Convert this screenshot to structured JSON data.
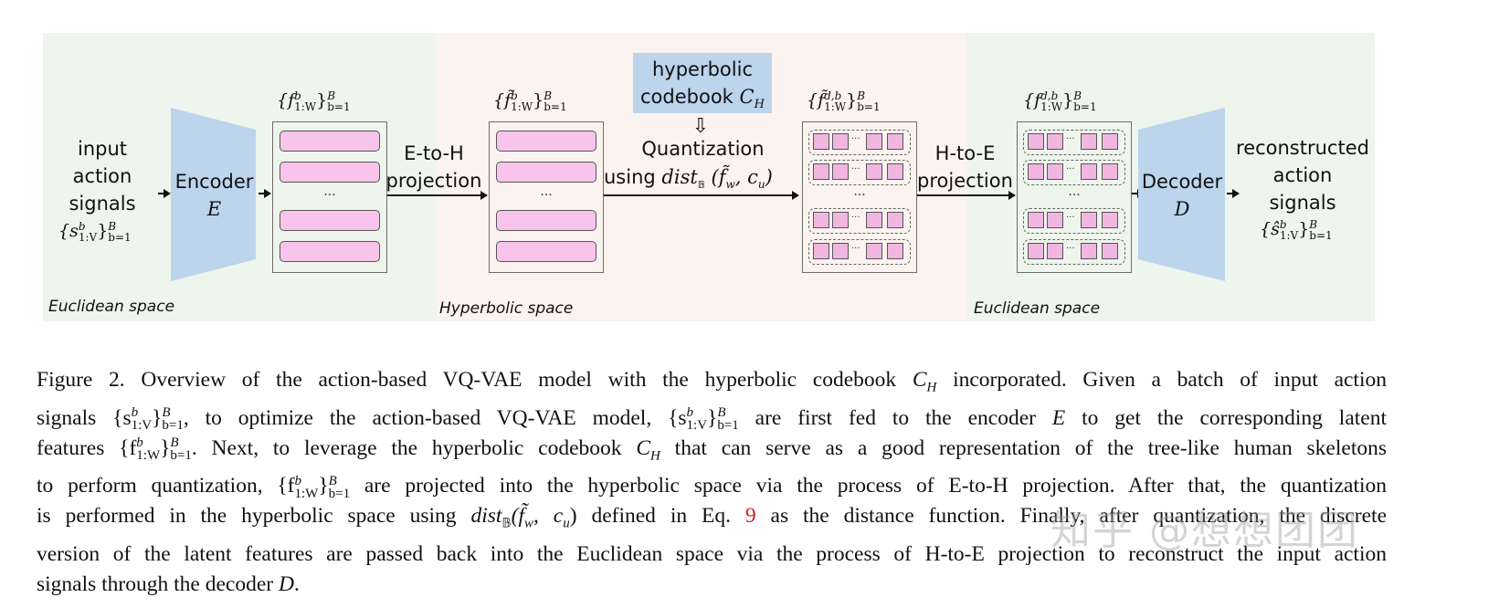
{
  "figure": {
    "regions": [
      {
        "label": "Euclidean space",
        "color": "#eef5ec"
      },
      {
        "label": "Hyperbolic space",
        "color": "#fbf3ef"
      },
      {
        "label": "Euclidean space",
        "color": "#eef5ec"
      }
    ],
    "input": {
      "lines": [
        "input",
        "action",
        "signals"
      ],
      "math": "{s",
      "math_sup": "b",
      "math_sub": "1:V",
      "math_close": "}",
      "set_sup": "B",
      "set_sub": "b=1"
    },
    "encoder": {
      "name": "Encoder",
      "symbol": "E",
      "color": "#bcd4ec"
    },
    "feature_box_1": {
      "label_main": "{f",
      "label_sup": "b",
      "label_sub": "1:W",
      "set_sup": "B",
      "set_sub": "b=1",
      "ellipsis": "..."
    },
    "e_to_h": {
      "line1": "E-to-H",
      "line2": "projection"
    },
    "feature_box_2": {
      "label_main": "{f̃",
      "label_sup": "b",
      "label_sub": "1:W",
      "set_sup": "B",
      "set_sub": "b=1",
      "ellipsis": "..."
    },
    "codebook": {
      "line1": "hyperbolic",
      "line2": "codebook",
      "symbol": "C",
      "symbol_sub": "H",
      "color": "#bcd4ec",
      "arrow": "⇩"
    },
    "quantization": {
      "line1": "Quantization",
      "line2_prefix": "using",
      "formula": "dist",
      "formula_sub": "𝔹",
      "formula_args": "(f̃",
      "formula_args_sub": "w",
      "formula_rest": ", c",
      "formula_rest_sub": "u",
      "formula_close": ")"
    },
    "feature_box_3": {
      "label_main": "{f̃",
      "label_sup": "d,b",
      "label_sub": "1:W",
      "set_sup": "B",
      "set_sub": "b=1",
      "ellipsis": "...",
      "inner_ellipsis": "..."
    },
    "h_to_e": {
      "line1": "H-to-E",
      "line2": "projection"
    },
    "feature_box_4": {
      "label_main": "{f",
      "label_sup": "d,b",
      "label_sub": "1:W",
      "set_sup": "B",
      "set_sub": "b=1",
      "ellipsis": "...",
      "inner_ellipsis": "..."
    },
    "decoder": {
      "name": "Decoder",
      "symbol": "D",
      "color": "#bcd4ec"
    },
    "output": {
      "lines": [
        "reconstructed",
        "action",
        "signals"
      ],
      "math": "{ŝ",
      "math_sup": "b",
      "math_sub": "1:V",
      "math_close": "}",
      "set_sup": "B",
      "set_sub": "b=1"
    },
    "bar_color": "#f8c4ec"
  },
  "caption": {
    "lines": [
      [
        "Figure 2. Overview of the action-based VQ-VAE model with the hyperbolic codebook ",
        "C",
        "H",
        " incorporated. Given a batch of input action"
      ],
      [
        "signals {s",
        "b",
        "1:V",
        "}",
        "B",
        "b=1",
        ", to optimize the action-based VQ-VAE model, {s",
        "b",
        "1:V",
        "}",
        "B",
        "b=1",
        " are first fed to the encoder ",
        "E",
        " to get the corresponding latent"
      ],
      [
        "features {f",
        "b",
        "1:W",
        "}",
        "B",
        "b=1",
        ". Next, to leverage the hyperbolic codebook ",
        "C",
        "H",
        " that can serve as a good representation of the tree-like human skeletons"
      ],
      [
        "to perform quantization, {f",
        "b",
        "1:W",
        "}",
        "B",
        "b=1",
        " are projected into the hyperbolic space via the process of E-to-H projection. After that, the quantization"
      ],
      [
        "is performed in the hyperbolic space using ",
        "dist",
        "𝔹",
        "(f̃",
        "w",
        ", c",
        "u",
        ")",
        " defined in Eq. ",
        "9",
        " as the distance function. Finally, after quantization, the discrete"
      ],
      [
        "version of the latent features are passed back into the Euclidean space via the process of H-to-E projection to reconstruct the input action"
      ],
      [
        "signals through the decoder ",
        "D",
        "."
      ]
    ],
    "ref_color": "#cc1f1f"
  },
  "watermark": "知乎 @想想团团"
}
